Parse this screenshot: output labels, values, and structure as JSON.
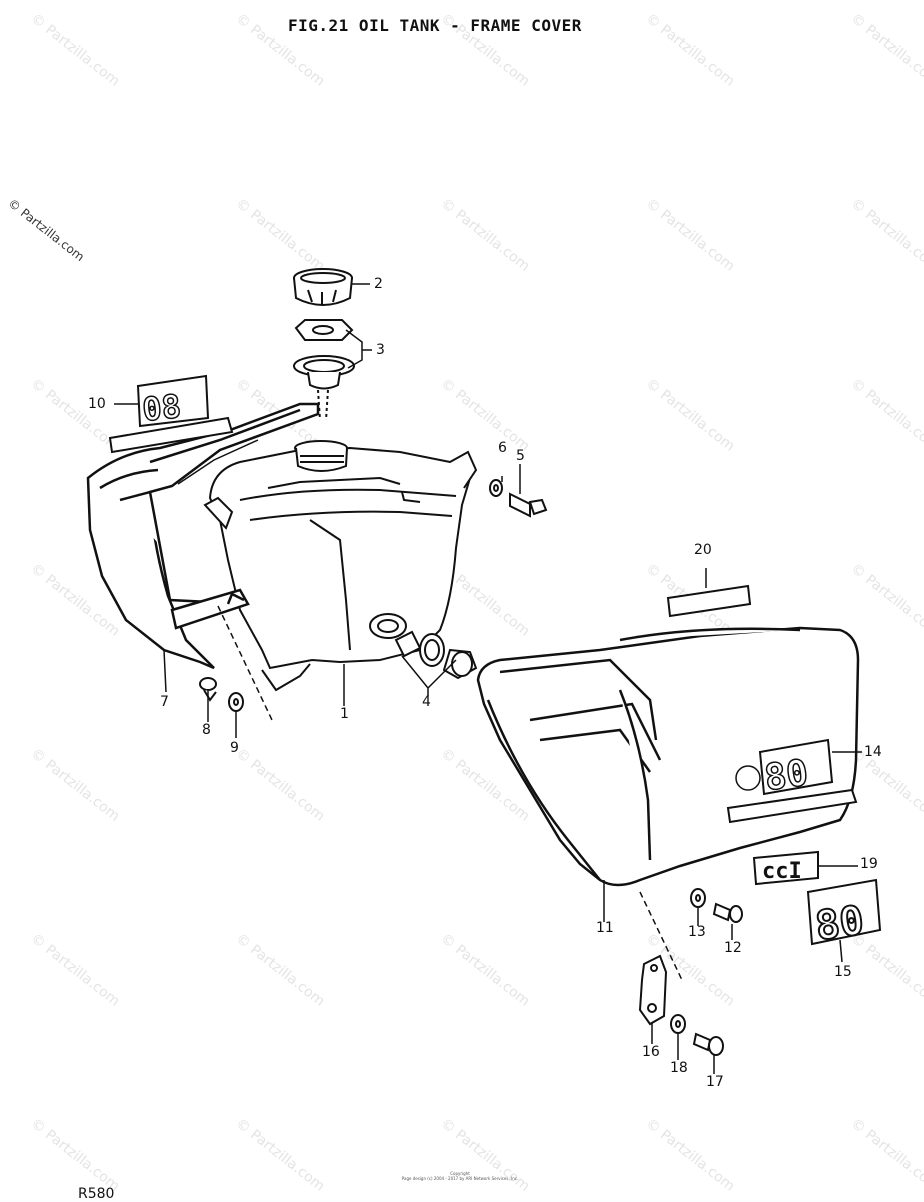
{
  "title": "FIG.21  OIL TANK - FRAME COVER",
  "copyright": "© Partzilla.com",
  "watermark_text": "© Partzilla.com",
  "callouts": {
    "c1": "1",
    "c2": "2",
    "c3": "3",
    "c4": "4",
    "c5": "5",
    "c6": "6",
    "c7": "7",
    "c8": "8",
    "c9": "9",
    "c10": "10",
    "c11": "11",
    "c12": "12",
    "c13": "13",
    "c14": "14",
    "c15": "15",
    "c16": "16",
    "c17": "17",
    "c18": "18",
    "c19": "19",
    "c20": "20"
  },
  "emblems": {
    "emblem_10": "08",
    "emblem_14": "80",
    "emblem_15": "80",
    "emblem_19": "ccI"
  },
  "footer": {
    "line1": "Copyright",
    "line2": "Page design (c) 2004 - 2017 by ARI Network Services, Inc."
  },
  "page_code": "R580"
}
